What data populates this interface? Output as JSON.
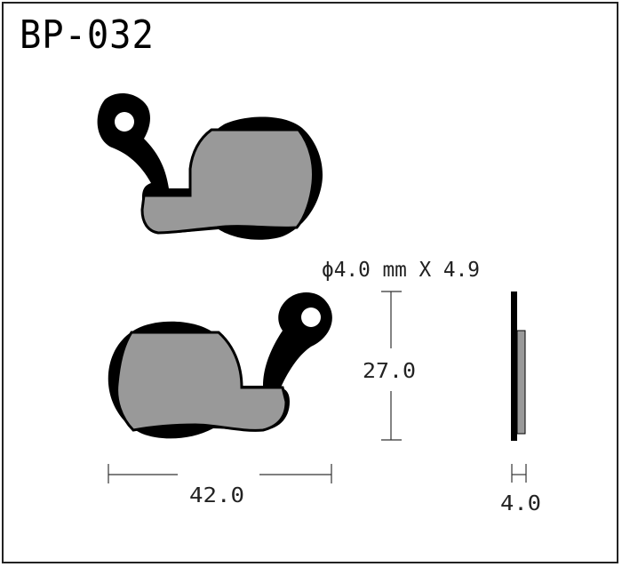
{
  "part_number": "BP-032",
  "dimensions": {
    "hole": "ϕ4.0 mm X 4.9",
    "height": "27.0",
    "width": "42.0",
    "thickness": "4.0"
  },
  "colors": {
    "backing_plate": "#000000",
    "pad_material": "#999999",
    "dimension_lines": "#333333",
    "border": "#222222"
  }
}
